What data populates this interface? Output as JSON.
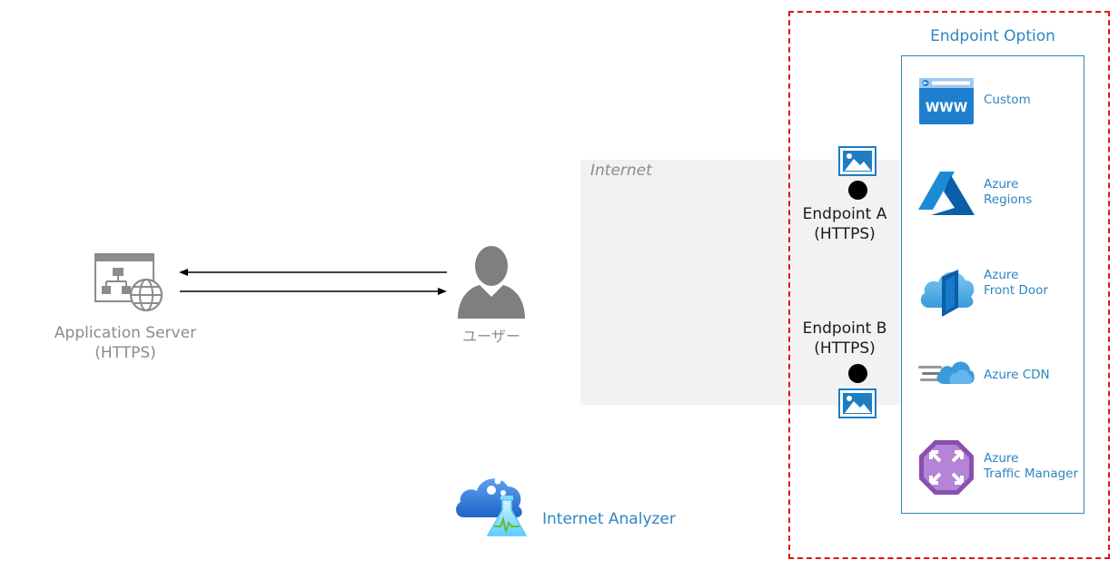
{
  "diagram": {
    "internet_label": "Internet",
    "endpoint_option_title": "Endpoint Option",
    "app_server": {
      "line1": "Application Server",
      "line2": "(HTTPS)",
      "icon": "web-server-icon"
    },
    "user": {
      "label": "ユーザー",
      "icon": "user-icon"
    },
    "endpoint_a": {
      "line1": "Endpoint A",
      "line2": "(HTTPS)",
      "icon": "image-icon"
    },
    "endpoint_b": {
      "line1": "Endpoint B",
      "line2": "(HTTPS)",
      "icon": "image-icon"
    },
    "analyzer": {
      "label": "Internet Analyzer",
      "icon": "cloud-flask-icon"
    },
    "options": [
      {
        "label": "Custom",
        "icon": "www-browser-icon"
      },
      {
        "label": "Azure\nRegions",
        "icon": "azure-logo-icon"
      },
      {
        "label": "Azure\nFront Door",
        "icon": "front-door-icon"
      },
      {
        "label": "Azure CDN",
        "icon": "cdn-cloud-icon"
      },
      {
        "label": "Azure\nTraffic Manager",
        "icon": "traffic-manager-icon"
      }
    ],
    "colors": {
      "accent_blue": "#2e86c1",
      "dashed_red": "#e0141e",
      "gray_text": "#8c8c8c",
      "zone_gray": "#f2f2f2"
    }
  }
}
